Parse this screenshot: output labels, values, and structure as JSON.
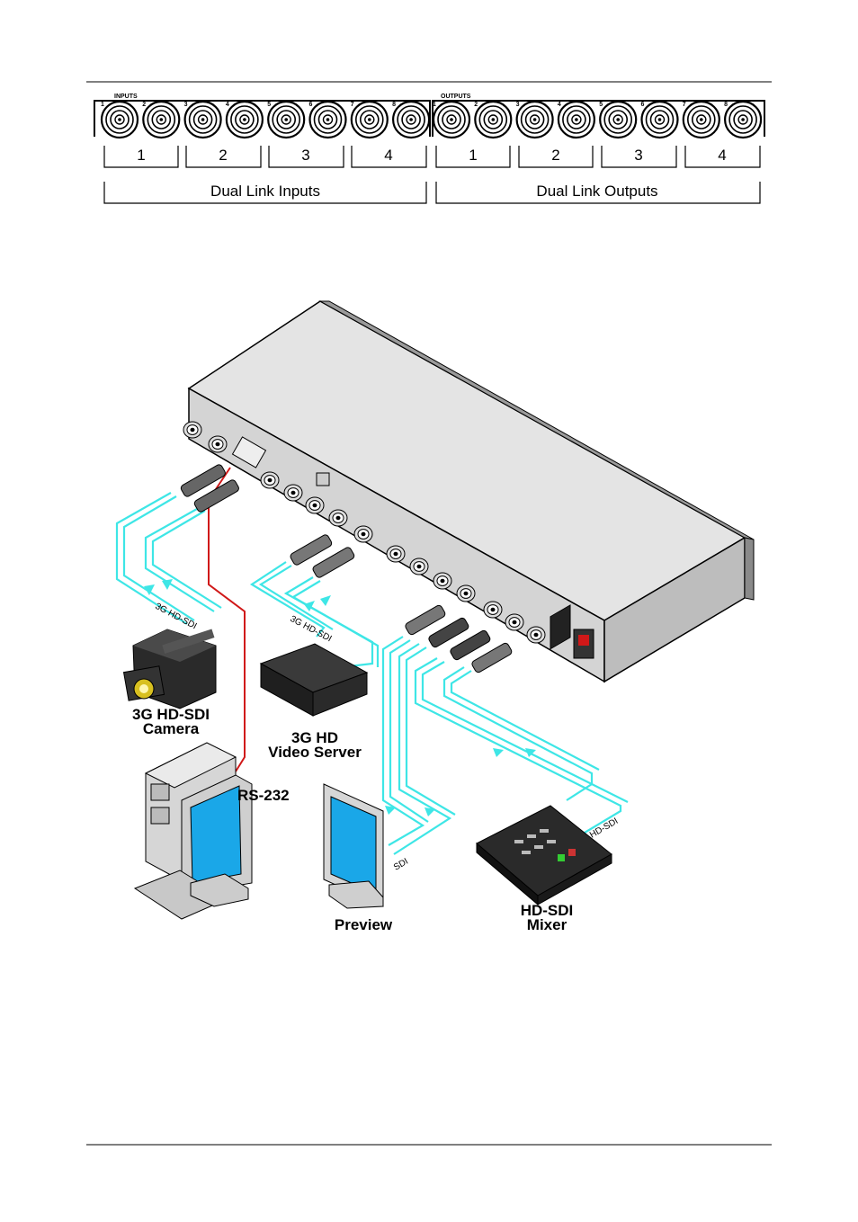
{
  "panel": {
    "inputs_header": "INPUTS",
    "outputs_header": "OUTPUTS",
    "port_numbers": [
      "1",
      "2",
      "3",
      "4",
      "5",
      "6",
      "7",
      "8"
    ],
    "input_groups": [
      "1",
      "2",
      "3",
      "4"
    ],
    "output_groups": [
      "1",
      "2",
      "3",
      "4"
    ],
    "dual_link_inputs": "Dual Link Inputs",
    "dual_link_outputs": "Dual Link Outputs"
  },
  "diagram": {
    "camera_cable": "3G HD-SDI",
    "server_cable": "3G HD-SDI",
    "camera_label": [
      "3G HD-SDI",
      "Camera"
    ],
    "server_label": [
      "3G HD",
      "Video Server"
    ],
    "rs232_label": "RS-232",
    "preview_cable": "SDI",
    "preview_label": "Preview",
    "mixer_cable": "HD-SDI",
    "mixer_label": [
      "HD-SDI",
      "Mixer"
    ]
  },
  "colors": {
    "cable_video": "#3ee6e6",
    "cable_rs232": "#d01818",
    "screen": "#1aa7e8",
    "device_dark": "#2a2a2a",
    "chassis": "#d9d9d9"
  }
}
